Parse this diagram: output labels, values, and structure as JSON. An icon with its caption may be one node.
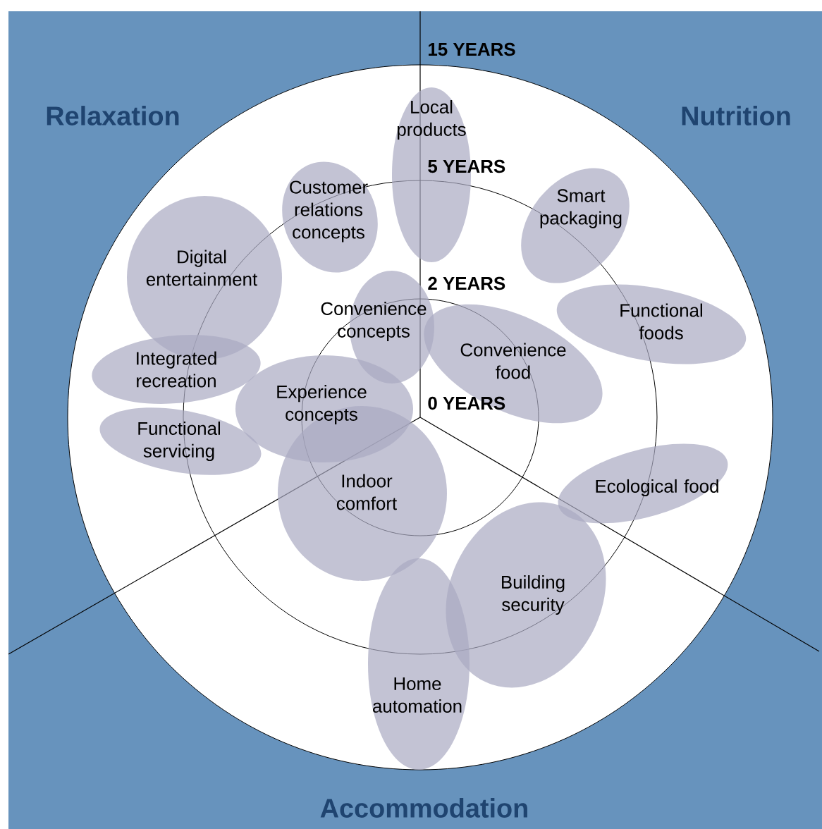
{
  "diagram": {
    "nodes": [
      {
        "text": [
          "Local products"
        ]
      },
      {
        "text": [
          "Customer relations concepts"
        ]
      },
      {
        "text": [
          "Smart packaging"
        ]
      },
      {
        "text": [
          "Digital entertainment"
        ]
      },
      {
        "text": [
          "Convenience concepts"
        ]
      },
      {
        "text": [
          "Functional foods"
        ]
      },
      {
        "text": [
          "Convenience food"
        ]
      },
      {
        "text": [
          "Integrated recreation"
        ]
      },
      {
        "text": [
          "Experience concepts"
        ]
      },
      {
        "text": [
          "Functional servicing"
        ]
      },
      {
        "text": [
          "Indoor comfort"
        ]
      },
      {
        "text": [
          "Ecological food"
        ]
      },
      {
        "text": [
          "Building security"
        ]
      },
      {
        "text": [
          "Home automation"
        ]
      }
    ],
    "edges": [],
    "labels": [
      "15 YEARS",
      "Relaxation",
      "Nutrition",
      "5 YEARS",
      "2 YEARS",
      "0 YEARS",
      "Accommodation"
    ]
  }
}
